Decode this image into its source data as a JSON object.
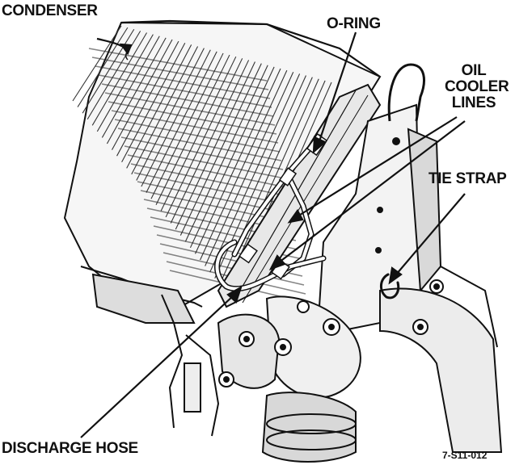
{
  "labels": {
    "condenser": "CONDENSER",
    "o_ring": "O-RING",
    "oil_cooler_line1": "OIL",
    "oil_cooler_line2": "COOLER",
    "oil_cooler_line3": "LINES",
    "tie_strap": "TIE STRAP",
    "discharge_hose": "DISCHARGE HOSE"
  },
  "figure_number": "7-S11-012",
  "colors": {
    "ink": "#111111",
    "paper": "#ffffff",
    "shade": "#444444"
  }
}
